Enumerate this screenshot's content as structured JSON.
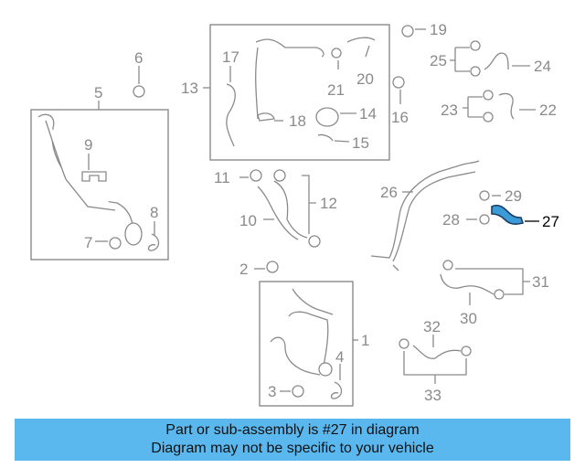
{
  "diagram": {
    "callouts": [
      "1",
      "2",
      "3",
      "4",
      "5",
      "6",
      "7",
      "8",
      "9",
      "10",
      "11",
      "12",
      "13",
      "14",
      "15",
      "16",
      "17",
      "18",
      "19",
      "20",
      "21",
      "22",
      "23",
      "24",
      "25",
      "26",
      "27",
      "28",
      "29",
      "30",
      "31",
      "32",
      "33"
    ],
    "highlighted_part": "27",
    "colors": {
      "highlight": "#3a9bd6",
      "lines": "#8a8a8a",
      "banner": "#5ab8ef"
    }
  },
  "banner": {
    "line1": "Part or sub-assembly is #27 in diagram",
    "line2": "Diagram may not be specific to your vehicle"
  }
}
